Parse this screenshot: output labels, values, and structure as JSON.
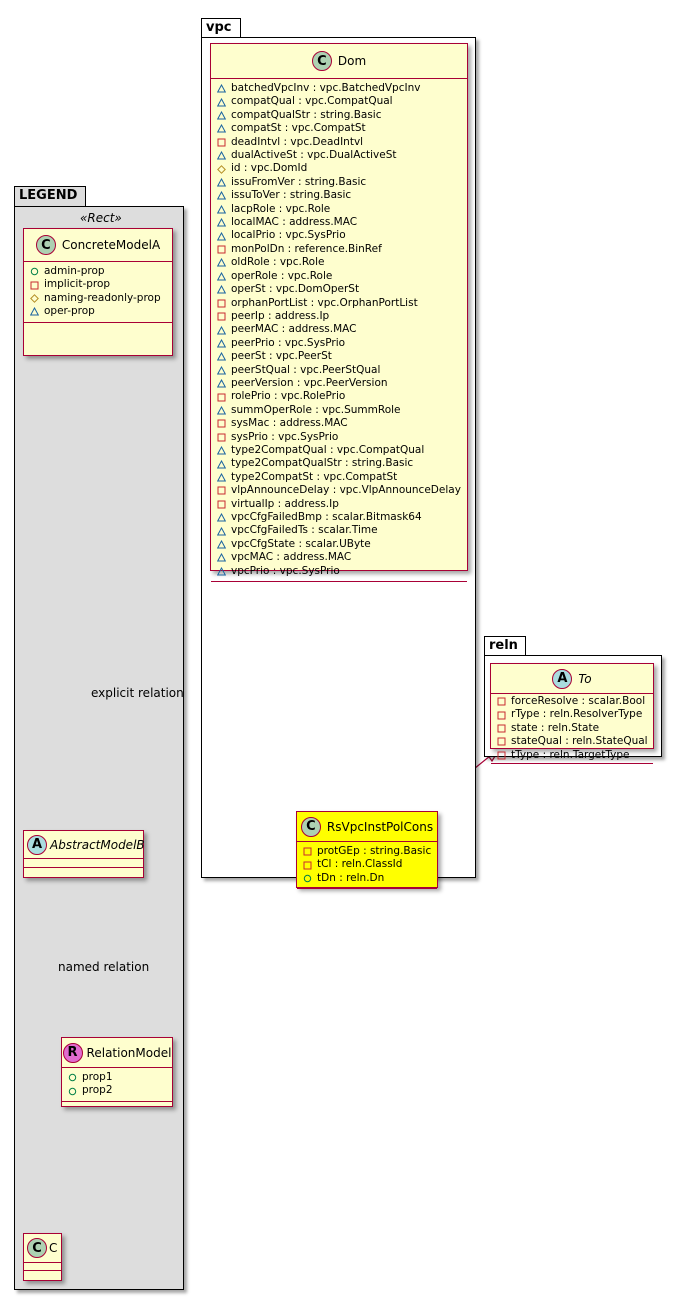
{
  "packages": {
    "vpc": {
      "name": "vpc"
    },
    "reln": {
      "name": "reln"
    },
    "legend": {
      "name": "LEGEND",
      "stereotype": "«Rect»"
    }
  },
  "colors": {
    "class_fill": "#fefece",
    "class_border": "#a80036",
    "highlight_fill": "#ffff00",
    "legend_fill": "#dddddd",
    "vis_public": "#038048",
    "vis_private": "#c82930",
    "vis_protected": "#b38d22",
    "vis_package": "#1963a0"
  },
  "classes": {
    "dom": {
      "name": "Dom",
      "kind": "C",
      "attributes": [
        {
          "vis": "package",
          "text": "batchedVpcInv : vpc.BatchedVpcInv"
        },
        {
          "vis": "package",
          "text": "compatQual : vpc.CompatQual"
        },
        {
          "vis": "package",
          "text": "compatQualStr : string.Basic"
        },
        {
          "vis": "package",
          "text": "compatSt : vpc.CompatSt"
        },
        {
          "vis": "private",
          "text": "deadIntvl : vpc.DeadIntvl"
        },
        {
          "vis": "package",
          "text": "dualActiveSt : vpc.DualActiveSt"
        },
        {
          "vis": "protected",
          "text": "id : vpc.DomId"
        },
        {
          "vis": "package",
          "text": "issuFromVer : string.Basic"
        },
        {
          "vis": "package",
          "text": "issuToVer : string.Basic"
        },
        {
          "vis": "package",
          "text": "lacpRole : vpc.Role"
        },
        {
          "vis": "package",
          "text": "localMAC : address.MAC"
        },
        {
          "vis": "package",
          "text": "localPrio : vpc.SysPrio"
        },
        {
          "vis": "private",
          "text": "monPolDn : reference.BinRef"
        },
        {
          "vis": "package",
          "text": "oldRole : vpc.Role"
        },
        {
          "vis": "package",
          "text": "operRole : vpc.Role"
        },
        {
          "vis": "package",
          "text": "operSt : vpc.DomOperSt"
        },
        {
          "vis": "private",
          "text": "orphanPortList : vpc.OrphanPortList"
        },
        {
          "vis": "private",
          "text": "peerIp : address.Ip"
        },
        {
          "vis": "package",
          "text": "peerMAC : address.MAC"
        },
        {
          "vis": "package",
          "text": "peerPrio : vpc.SysPrio"
        },
        {
          "vis": "package",
          "text": "peerSt : vpc.PeerSt"
        },
        {
          "vis": "package",
          "text": "peerStQual : vpc.PeerStQual"
        },
        {
          "vis": "package",
          "text": "peerVersion : vpc.PeerVersion"
        },
        {
          "vis": "private",
          "text": "rolePrio : vpc.RolePrio"
        },
        {
          "vis": "package",
          "text": "summOperRole : vpc.SummRole"
        },
        {
          "vis": "private",
          "text": "sysMac : address.MAC"
        },
        {
          "vis": "private",
          "text": "sysPrio : vpc.SysPrio"
        },
        {
          "vis": "package",
          "text": "type2CompatQual : vpc.CompatQual"
        },
        {
          "vis": "package",
          "text": "type2CompatQualStr : string.Basic"
        },
        {
          "vis": "package",
          "text": "type2CompatSt : vpc.CompatSt"
        },
        {
          "vis": "private",
          "text": "vlpAnnounceDelay : vpc.VlpAnnounceDelay"
        },
        {
          "vis": "private",
          "text": "virtualIp : address.Ip"
        },
        {
          "vis": "package",
          "text": "vpcCfgFailedBmp : scalar.Bitmask64"
        },
        {
          "vis": "package",
          "text": "vpcCfgFailedTs : scalar.Time"
        },
        {
          "vis": "package",
          "text": "vpcCfgState : scalar.UByte"
        },
        {
          "vis": "package",
          "text": "vpcMAC : address.MAC"
        },
        {
          "vis": "package",
          "text": "vpcPrio : vpc.SysPrio"
        }
      ]
    },
    "rs": {
      "name": "RsVpcInstPolCons",
      "kind": "C",
      "attributes": [
        {
          "vis": "private",
          "text": "protGEp : string.Basic"
        },
        {
          "vis": "private",
          "text": "tCl : reln.ClassId"
        },
        {
          "vis": "public",
          "text": "tDn : reln.Dn"
        }
      ]
    },
    "to": {
      "name": "To",
      "kind": "A",
      "attributes": [
        {
          "vis": "private",
          "text": "forceResolve : scalar.Bool"
        },
        {
          "vis": "private",
          "text": "rType : reln.ResolverType"
        },
        {
          "vis": "private",
          "text": "state : reln.State"
        },
        {
          "vis": "private",
          "text": "stateQual : reln.StateQual"
        },
        {
          "vis": "private",
          "text": "tType : reln.TargetType"
        }
      ]
    },
    "concrete": {
      "name": "ConcreteModelA",
      "kind": "C",
      "attributes": [
        {
          "vis": "public",
          "text": "admin-prop"
        },
        {
          "vis": "private",
          "text": "implicit-prop"
        },
        {
          "vis": "protected",
          "text": "naming-readonly-prop"
        },
        {
          "vis": "package",
          "text": "oper-prop"
        }
      ]
    },
    "abstract": {
      "name": "AbstractModelB",
      "kind": "A",
      "attributes": []
    },
    "relation": {
      "name": "RelationModel",
      "kind": "R",
      "attributes": [
        {
          "vis": "public",
          "text": "prop1"
        },
        {
          "vis": "public",
          "text": "prop2"
        }
      ]
    },
    "c": {
      "name": "C",
      "kind": "C",
      "attributes": []
    }
  },
  "relations": {
    "explicit": "explicit relation",
    "named": "named relation"
  }
}
